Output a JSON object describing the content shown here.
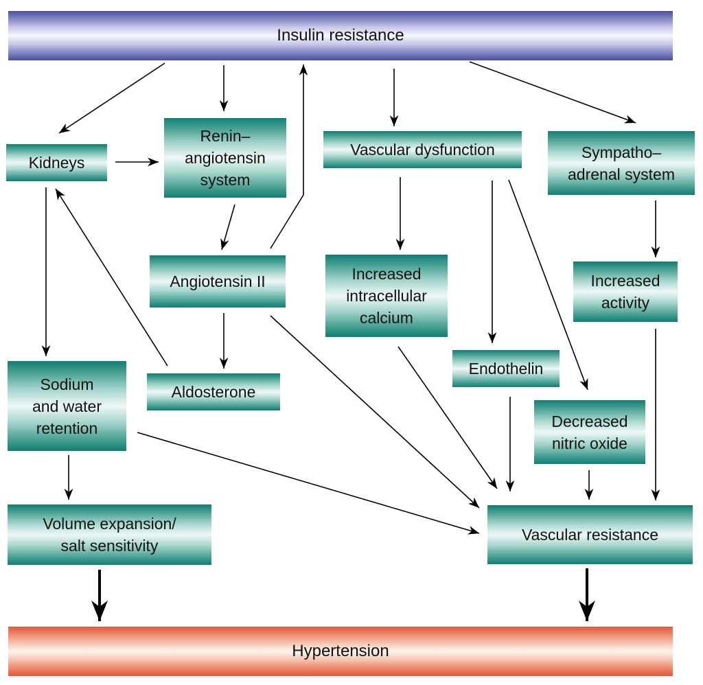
{
  "top_band": "Insulin resistance",
  "bottom_band": "Hypertension",
  "nodes": {
    "kidneys": "Kidneys",
    "renin": "Renin–\nangiotensin\nsystem",
    "vascular_dysfunction": "Vascular dysfunction",
    "sympatho": "Sympatho–\nadrenal system",
    "angiotensin": "Angiotensin II",
    "calcium": "Increased\nintracellular\ncalcium",
    "increased_activity": "Increased\nactivity",
    "sodium": "Sodium\nand water\nretention",
    "aldosterone": "Aldosterone",
    "endothelin": "Endothelin",
    "nitric_oxide": "Decreased\nnitric oxide",
    "volume": "Volume expansion/\nsalt sensitivity",
    "vascular_resistance": "Vascular resistance"
  },
  "colors": {
    "node_teal": "#0f7f72",
    "top_band_blue": "#4a4f9c",
    "bottom_band_red": "#e2573a",
    "arrow": "#000000"
  }
}
